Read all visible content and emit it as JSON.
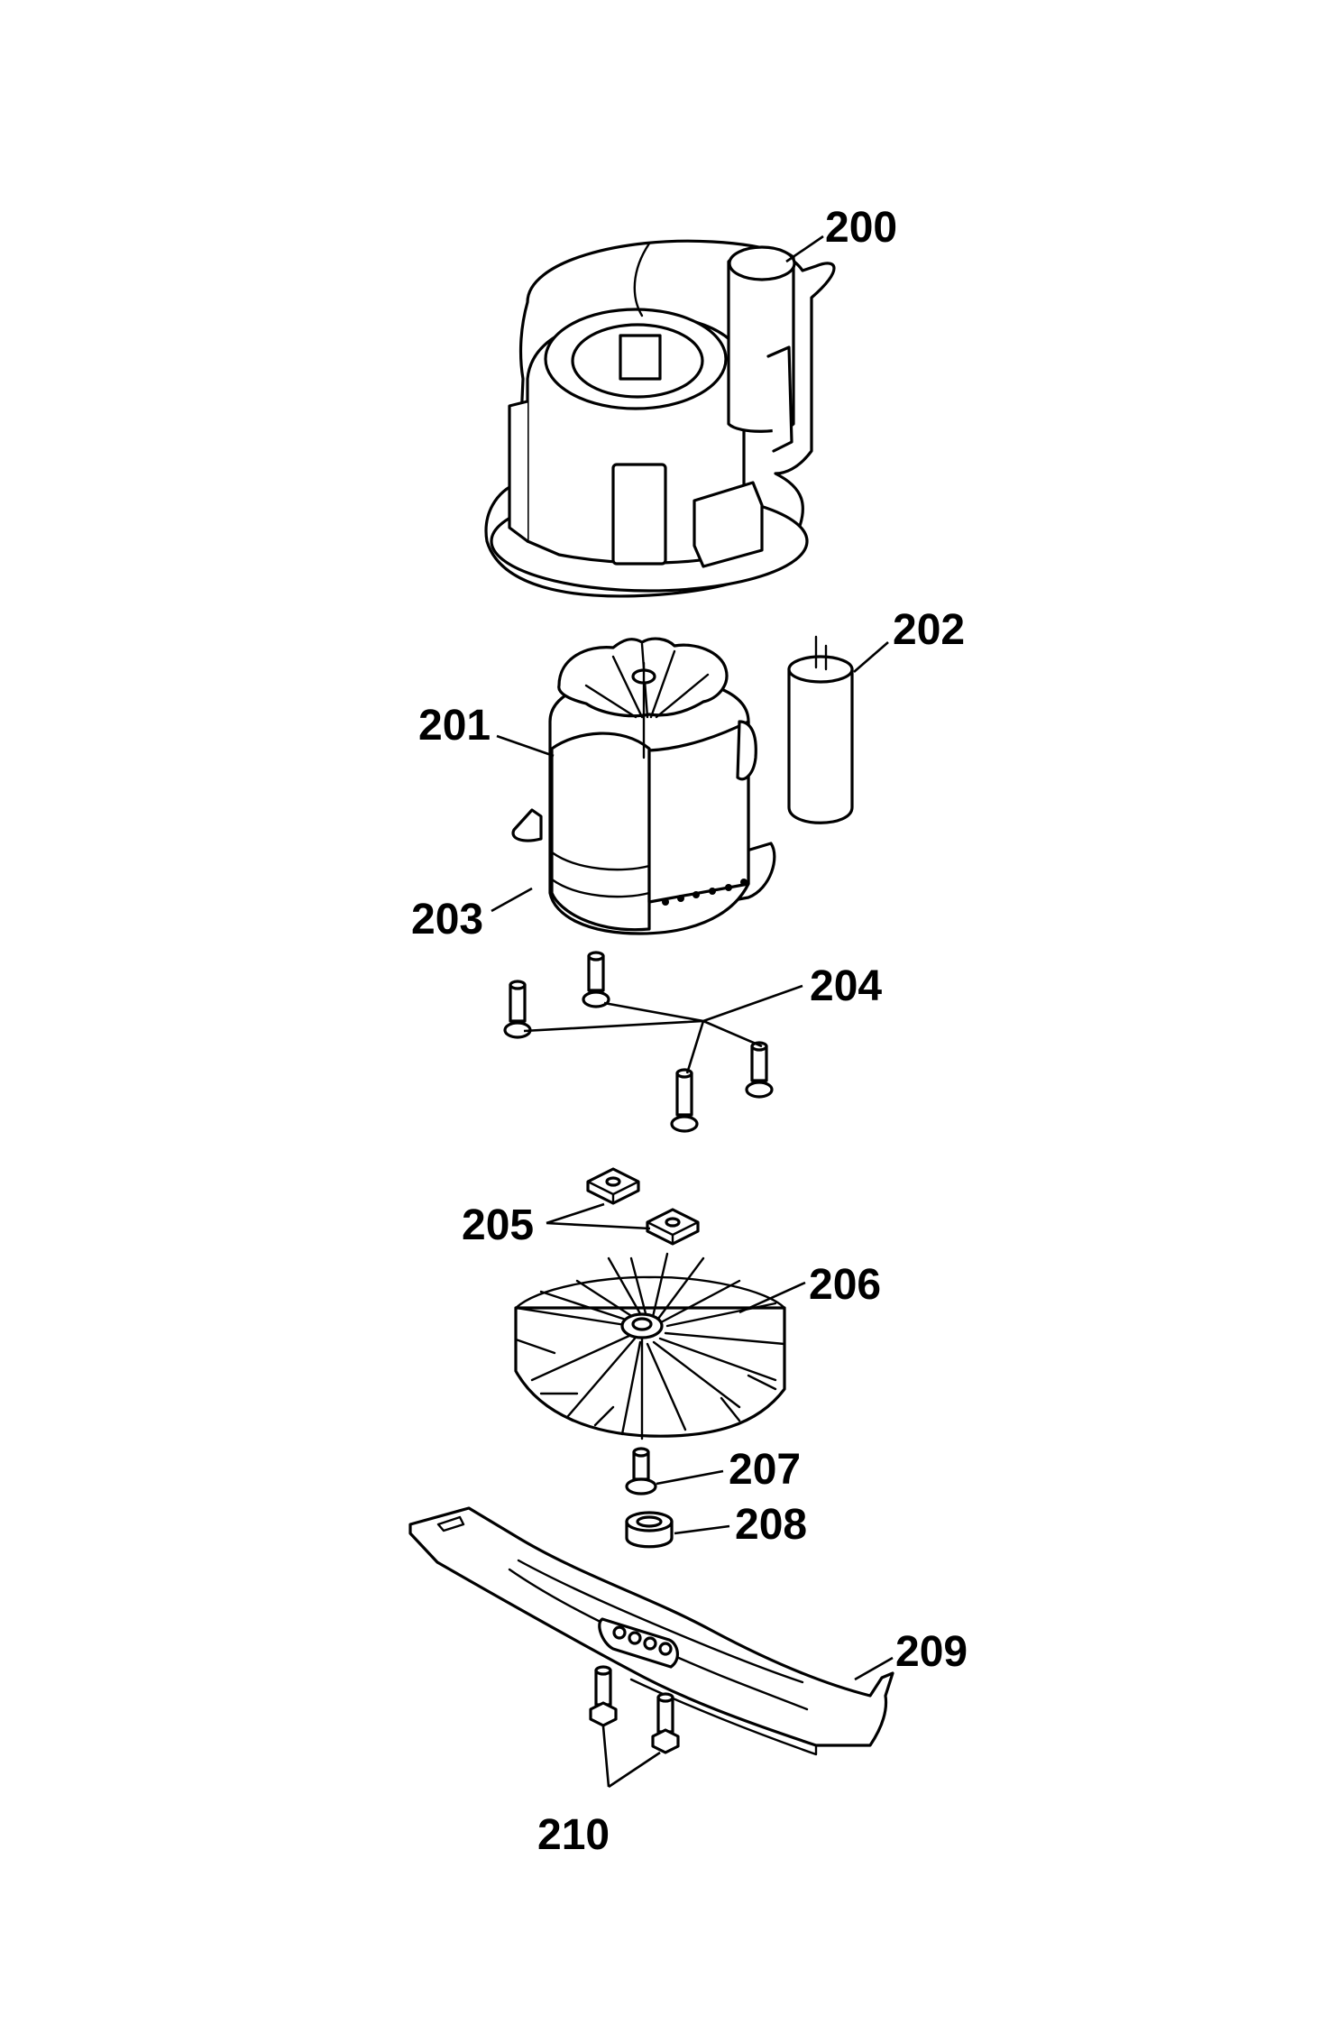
{
  "diagram": {
    "type": "exploded parts view",
    "callouts": {
      "c200": "200",
      "c201": "201",
      "c202": "202",
      "c203": "203",
      "c204": "204",
      "c205": "205",
      "c206": "206",
      "c207": "207",
      "c208": "208",
      "c209": "209",
      "c210": "210"
    }
  }
}
